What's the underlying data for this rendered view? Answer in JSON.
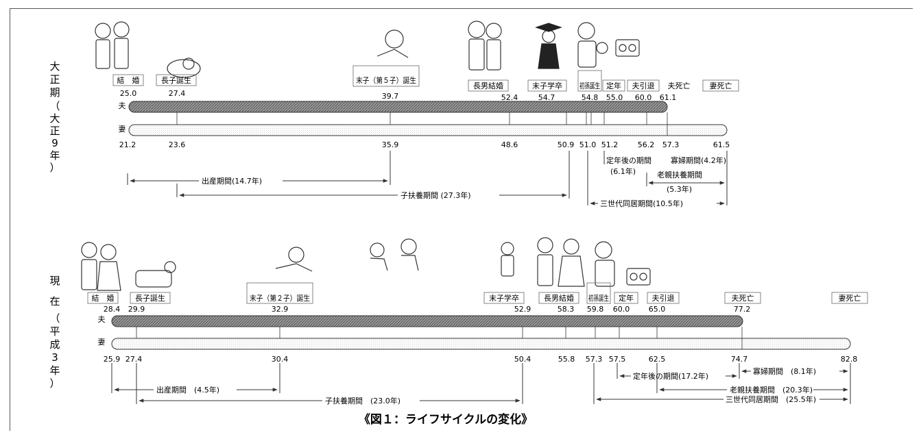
{
  "caption": "《図１：ライフサイクルの変化》",
  "sections": [
    {
      "id": "taisho",
      "side_label_chars": [
        "大",
        "正",
        "期",
        "（",
        "大",
        "正",
        "9",
        "年",
        "）"
      ],
      "husband_mark": "夫",
      "wife_mark": "妻",
      "events": [
        {
          "label": "結　婚",
          "age": "25.0"
        },
        {
          "label": "長子誕生",
          "age": "27.4"
        },
        {
          "label": "末子（第５子）誕生",
          "age": "39.7"
        },
        {
          "label": "長男結婚",
          "age": "52.4"
        },
        {
          "label": "末子学卒",
          "age": "54.7"
        },
        {
          "label": "初孫誕生",
          "age": "54.8"
        },
        {
          "label": "定年",
          "age": "55.0"
        },
        {
          "label": "夫引退",
          "age": "60.0"
        },
        {
          "label": "夫死亡",
          "age": "61.1"
        },
        {
          "label": "妻死亡",
          "age": ""
        }
      ],
      "wife_ages": [
        "21.2",
        "23.6",
        "35.9",
        "48.6",
        "50.9",
        "51.0",
        "51.2",
        "56.2",
        "57.3",
        "61.5"
      ],
      "periods": [
        {
          "label": "出産期間(14.7年)"
        },
        {
          "label": "子扶養期間 (27.3年)"
        },
        {
          "label": "定年後の期間"
        },
        {
          "label": "(6.1年)"
        },
        {
          "label": "寡婦期間(4.2年)"
        },
        {
          "label": "老親扶養期間"
        },
        {
          "label": "(5.3年)"
        },
        {
          "label": "三世代同居期間(10.5年)"
        }
      ]
    },
    {
      "id": "gendai",
      "side_label_chars": [
        "現",
        "在",
        "（",
        "平",
        "成",
        "3",
        "年",
        "）"
      ],
      "husband_mark": "夫",
      "wife_mark": "妻",
      "events": [
        {
          "label": "結　婚",
          "age": "28.4"
        },
        {
          "label": "長子誕生",
          "age": "29.9"
        },
        {
          "label": "末子（第２子）誕生",
          "age": "32.9"
        },
        {
          "label": "末子学卒",
          "age": "52.9"
        },
        {
          "label": "長男結婚",
          "age": "58.3"
        },
        {
          "label": "初孫誕生",
          "age": "59.8"
        },
        {
          "label": "定年",
          "age": "60.0"
        },
        {
          "label": "夫引退",
          "age": "65.0"
        },
        {
          "label": "夫死亡",
          "age": "77.2"
        },
        {
          "label": "妻死亡",
          "age": ""
        }
      ],
      "wife_ages": [
        "25.9",
        "27.4",
        "30.4",
        "50.4",
        "55.8",
        "57.3",
        "57.5",
        "62.5",
        "74.7",
        "82.8"
      ],
      "periods": [
        {
          "label": "出産期間　(4.5年)"
        },
        {
          "label": "子扶養期間　(23.0年)"
        },
        {
          "label": "定年後の期間(17.2年)"
        },
        {
          "label": "寡婦期間　(8.1年)"
        },
        {
          "label": "老親扶養期間　(20.3年)"
        },
        {
          "label": "三世代同居期間　(25.5年)"
        }
      ]
    }
  ]
}
